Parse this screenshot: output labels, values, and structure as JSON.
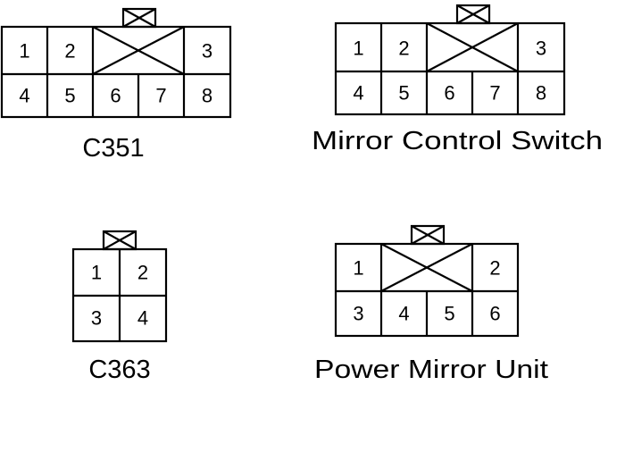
{
  "connectors": {
    "c351": {
      "label": "C351",
      "pins": [
        "1",
        "2",
        "3",
        "4",
        "5",
        "6",
        "7",
        "8"
      ]
    },
    "mirror_control_switch": {
      "label": "Mirror Control Switch",
      "pins": [
        "1",
        "2",
        "3",
        "4",
        "5",
        "6",
        "7",
        "8"
      ]
    },
    "c363": {
      "label": "C363",
      "pins": [
        "1",
        "2",
        "3",
        "4"
      ]
    },
    "power_mirror_unit": {
      "label": "Power Mirror Unit",
      "pins": [
        "1",
        "2",
        "3",
        "4",
        "5",
        "6"
      ]
    }
  },
  "colors": {
    "line": "#000000",
    "background": "#ffffff"
  }
}
